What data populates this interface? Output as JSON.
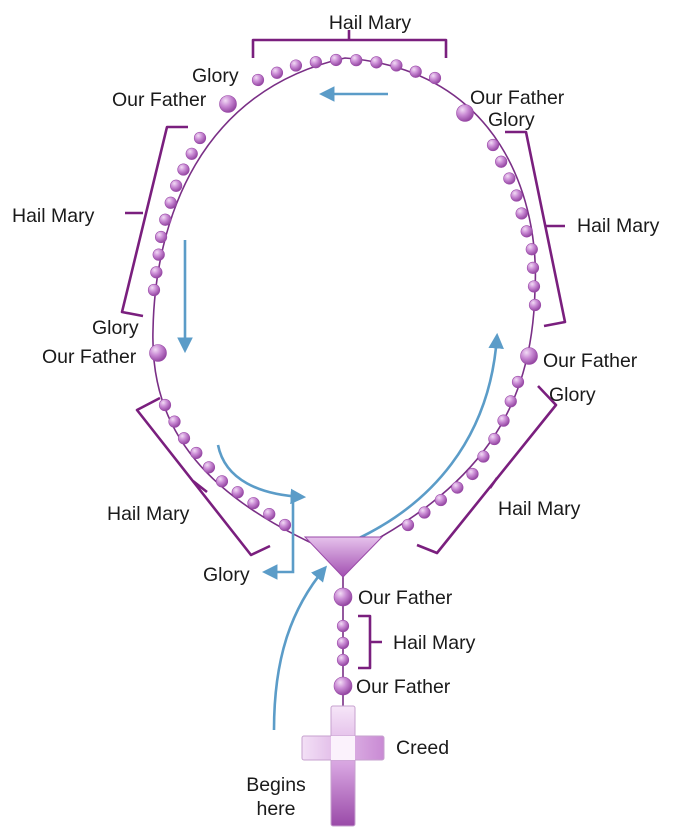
{
  "labels": {
    "top_hail_mary": "Hail Mary",
    "top_glory": "Glory",
    "top_our_father_left": "Our Father",
    "top_our_father_right": "Our Father",
    "right_glory_top": "Glory",
    "right_hail_mary": "Hail Mary",
    "right_our_father": "Our Father",
    "right_glory_lower": "Glory",
    "lower_right_hail_mary": "Hail Mary",
    "left_hail_mary": "Hail Mary",
    "left_glory": "Glory",
    "left_our_father": "Our Father",
    "lower_left_hail_mary": "Hail Mary",
    "center_glory": "Glory",
    "stem_our_father_upper": "Our Father",
    "stem_hail_mary": "Hail Mary",
    "stem_our_father_lower": "Our Father",
    "creed": "Creed",
    "begins_line1": "Begins",
    "begins_line2": "here"
  },
  "colors": {
    "bead_purple": "#b05cc0",
    "bead_light": "#e8c8ee",
    "chain": "#7a2f86",
    "bracket": "#7a1f7e",
    "arrow": "#5b9cc8",
    "text": "#1a1a1a"
  }
}
